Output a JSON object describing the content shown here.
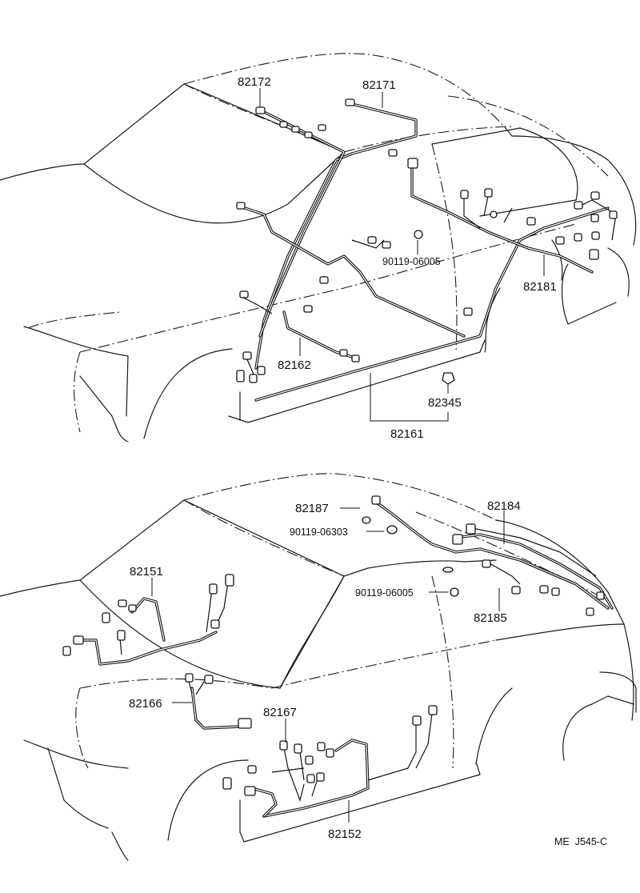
{
  "top_view": {
    "part_numbers": {
      "p82172": "82172",
      "p82171": "82171",
      "p90119_06005": "90119-06005",
      "p82181": "82181",
      "p82162": "82162",
      "p82345": "82345",
      "p82161": "82161"
    }
  },
  "bottom_view": {
    "part_numbers": {
      "p82187": "82187",
      "p82184": "82184",
      "p90119_06303": "90119-06303",
      "p90119_06005": "90119-06005",
      "p82151": "82151",
      "p82185": "82185",
      "p82166": "82166",
      "p82167": "82167",
      "p82152": "82152"
    }
  },
  "footer": {
    "code": "ME  J545-C"
  }
}
